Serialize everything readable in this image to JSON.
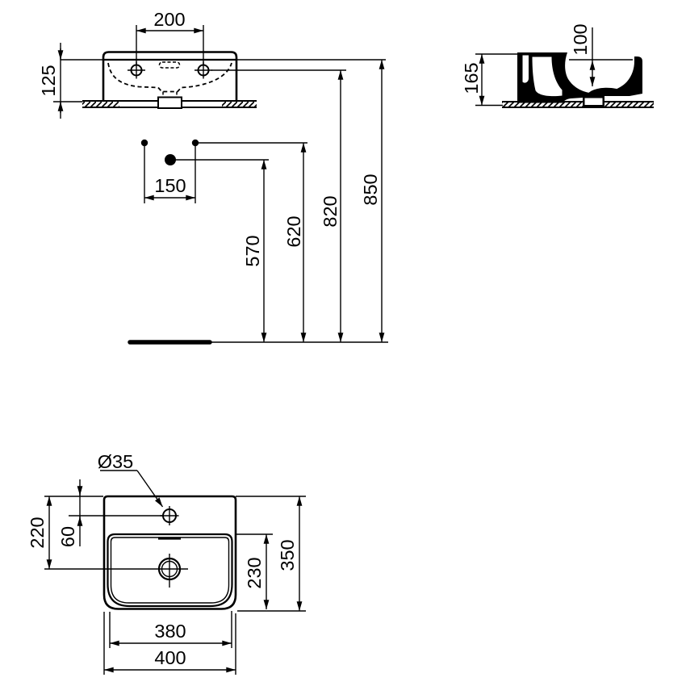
{
  "drawing_colors": {
    "ink": "#000000",
    "paper": "#ffffff"
  },
  "front_view": {
    "tap_hole_spacing": "200",
    "apron_height": "125"
  },
  "installation_heights": {
    "rim_height": "850",
    "tap_hole_height": "820",
    "fixing_hole_height": "620",
    "waste_height": "570",
    "fixing_hole_spacing": "150"
  },
  "side_view": {
    "total_height": "165",
    "bowl_depth": "100"
  },
  "plan_view": {
    "tap_hole_diameter": "Ø35",
    "front_edge_to_waste": "220",
    "front_edge_to_tap_hole": "60",
    "bowl_depth": "230",
    "overall_depth": "350",
    "bowl_width": "380",
    "overall_width": "400"
  }
}
